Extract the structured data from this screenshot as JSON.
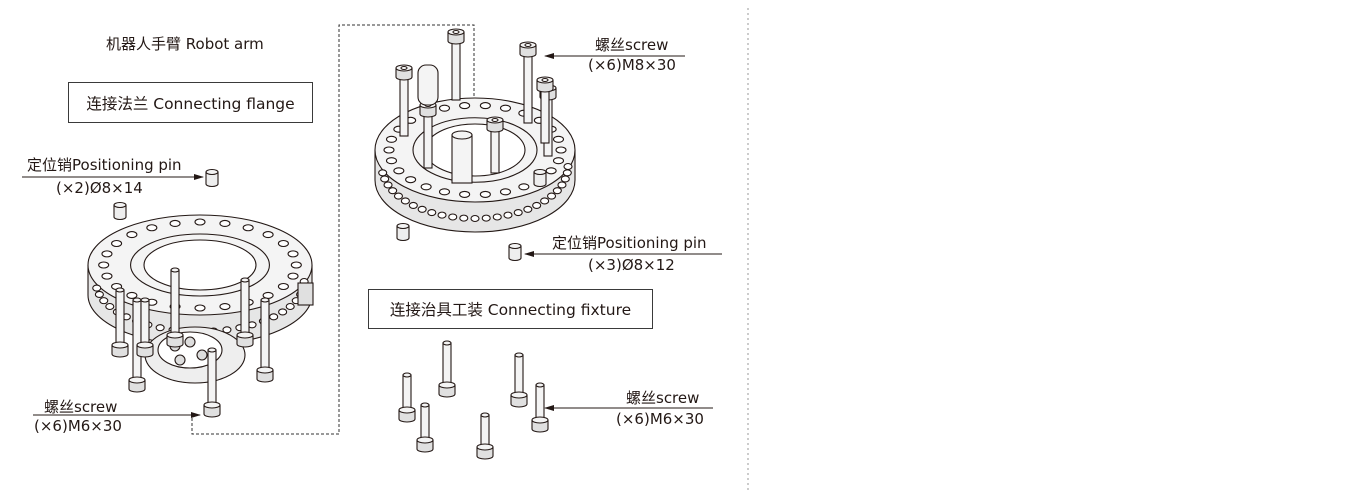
{
  "title": "机器人手臂 Robot arm",
  "connecting_flange": {
    "label": "连接法兰 Connecting flange"
  },
  "connecting_fixture": {
    "label": "连接治具工装 Connecting fixture"
  },
  "callouts": {
    "pin_left": {
      "name": "定位销Positioning pin",
      "spec": "(×2)Ø8×14"
    },
    "screw_left": {
      "name": "螺丝screw",
      "spec": "(×6)M6×30"
    },
    "screw_top": {
      "name": "螺丝screw",
      "spec": "(×6)M8×30"
    },
    "pin_right": {
      "name": "定位销Positioning pin",
      "spec": "(×3)Ø8×12"
    },
    "screw_bottom": {
      "name": "螺丝screw",
      "spec": "(×6)M6×30"
    }
  },
  "colors": {
    "line": "#231815",
    "part_fill": "#f2f2f2",
    "shade": "#d9d9d9"
  }
}
